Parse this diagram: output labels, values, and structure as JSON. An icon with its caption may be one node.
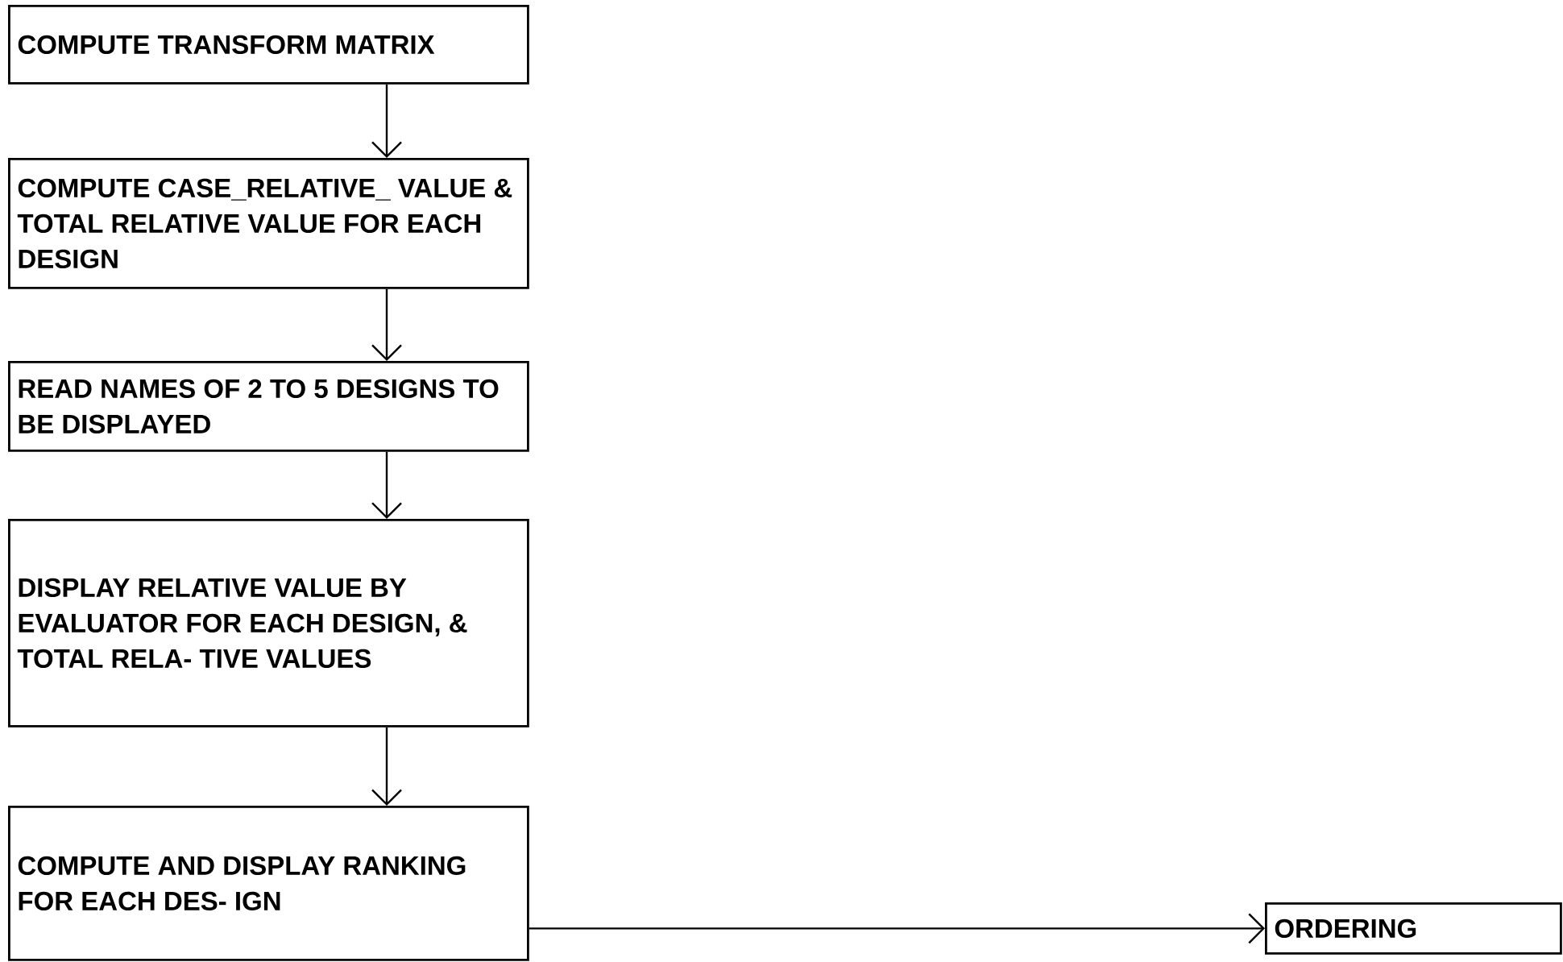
{
  "diagram": {
    "nodes": [
      {
        "text": [
          "COMPUTE TRANSFORM MATRIX"
        ]
      },
      {
        "text": [
          "COMPUTE CASE_RELATIVE_ VALUE & TOTAL RELATIVE VALUE FOR EACH DESIGN"
        ]
      },
      {
        "text": [
          "READ NAMES OF 2 TO 5 DESIGNS TO BE DISPLAYED"
        ]
      },
      {
        "text": [
          "DISPLAY RELATIVE VALUE BY EVALUATOR FOR EACH DESIGN, & TOTAL RELA- TIVE VALUES"
        ]
      },
      {
        "text": [
          "COMPUTE AND DISPLAY RANKING FOR EACH DES- IGN"
        ]
      },
      {
        "text": [
          "ORDERING"
        ]
      }
    ],
    "edges": [
      {
        "from": 0,
        "to": 1,
        "arrow": "to"
      },
      {
        "from": 1,
        "to": 2,
        "arrow": "to"
      },
      {
        "from": 2,
        "to": 3,
        "arrow": "to"
      },
      {
        "from": 3,
        "to": 4,
        "arrow": "to"
      },
      {
        "from": 4,
        "to": 5,
        "arrow": "to"
      }
    ]
  }
}
